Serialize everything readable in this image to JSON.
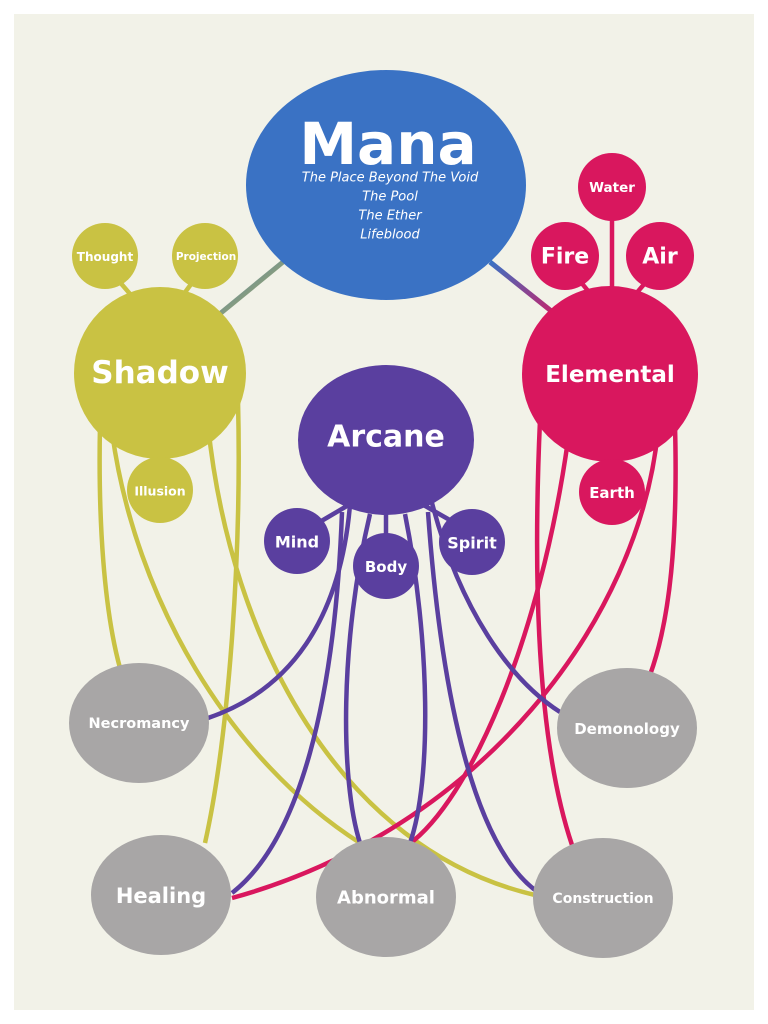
{
  "colors": {
    "background": "#f2f2e8",
    "mana": "#3a72c4",
    "shadow": "#c9c243",
    "arcane": "#5a3f9f",
    "elemental": "#d9175e",
    "school": "#a8a6a6",
    "text": "#ffffff"
  },
  "nodes": {
    "mana": {
      "label": "Mana",
      "subtitles": [
        "The Place Beyond The Void",
        "The Pool",
        "The Ether",
        "Lifeblood"
      ]
    },
    "shadow": {
      "label": "Shadow"
    },
    "thought": {
      "label": "Thought"
    },
    "projection": {
      "label": "Projection"
    },
    "illusion": {
      "label": "Illusion"
    },
    "arcane": {
      "label": "Arcane"
    },
    "mind": {
      "label": "Mind"
    },
    "body": {
      "label": "Body"
    },
    "spirit": {
      "label": "Spirit"
    },
    "elemental": {
      "label": "Elemental"
    },
    "water": {
      "label": "Water"
    },
    "fire": {
      "label": "Fire"
    },
    "air": {
      "label": "Air"
    },
    "earth": {
      "label": "Earth"
    },
    "necromancy": {
      "label": "Necromancy"
    },
    "demonology": {
      "label": "Demonology"
    },
    "healing": {
      "label": "Healing"
    },
    "abnormal": {
      "label": "Abnormal"
    },
    "construction": {
      "label": "Construction"
    }
  }
}
